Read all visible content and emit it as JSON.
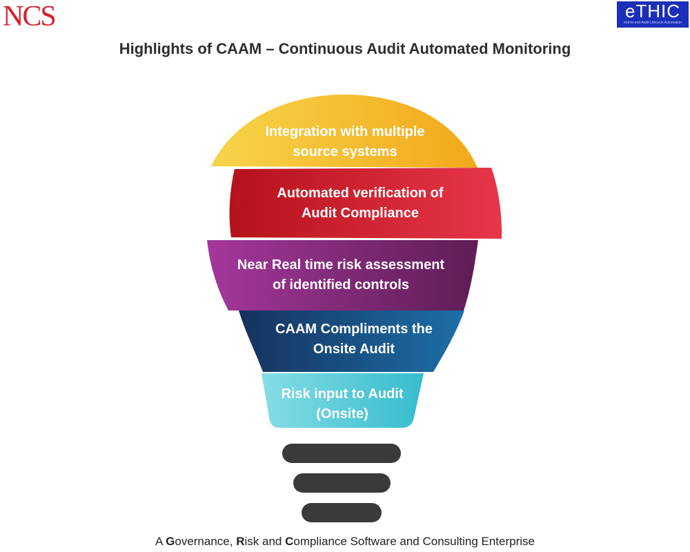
{
  "logos": {
    "ncs": "NCS",
    "ethic": "eTHIC",
    "ethic_tagline": "end-to-end Audit Lifecycle Automation"
  },
  "title": "Highlights of CAAM – Continuous Audit Automated Monitoring",
  "segments": [
    {
      "line1": "Integration with multiple",
      "line2": "source systems",
      "color_start": "#f7d44a",
      "color_end": "#f2a81b"
    },
    {
      "line1": "Automated verification of",
      "line2": "Audit Compliance",
      "color_start": "#b5121b",
      "color_end": "#e8364a"
    },
    {
      "line1": "Near Real time risk assessment",
      "line2": "of identified controls",
      "color_start": "#a4379b",
      "color_end": "#5e1d55"
    },
    {
      "line1": "CAAM Compliments the",
      "line2": "Onsite Audit",
      "color_start": "#16325e",
      "color_end": "#1c6fa8"
    },
    {
      "line1": "Risk input to Audit",
      "line2": "(Onsite)",
      "color_start": "#86dde6",
      "color_end": "#35bccc"
    }
  ],
  "base_color": "#3a3a3a",
  "footer": {
    "p1": "A ",
    "g": "G",
    "p2": "overnance, ",
    "r": "R",
    "p3": "isk and ",
    "c": "C",
    "p4": "ompliance Software and Consulting Enterprise"
  }
}
